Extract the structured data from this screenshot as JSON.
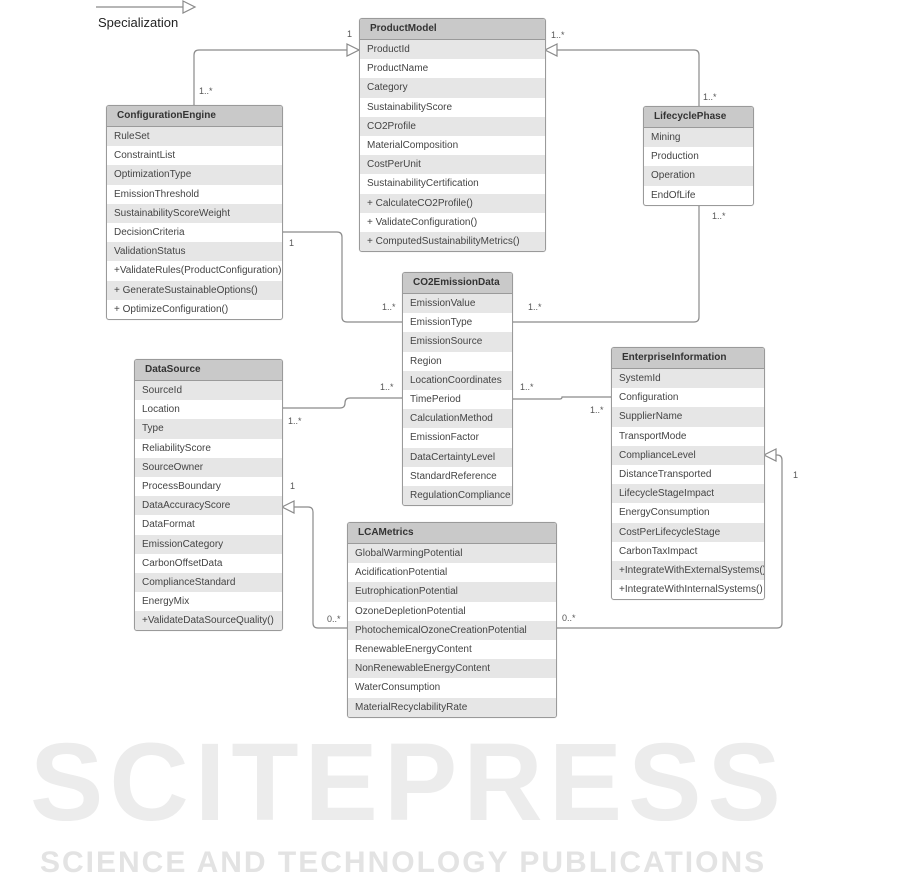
{
  "legend": {
    "label": "Specialization"
  },
  "watermark": {
    "line1": "SCITEPRESS",
    "line2": "SCIENCE AND TECHNOLOGY PUBLICATIONS"
  },
  "classes": {
    "configuration_engine": {
      "name": "ConfigurationEngine",
      "members": [
        "RuleSet",
        "ConstraintList",
        "OptimizationType",
        "EmissionThreshold",
        "SustainabilityScoreWeight",
        "DecisionCriteria",
        "ValidationStatus",
        "+ValidateRules(ProductConfiguration)",
        "+ GenerateSustainableOptions()",
        "+ OptimizeConfiguration()"
      ]
    },
    "product_model": {
      "name": "ProductModel",
      "members": [
        "ProductId",
        "ProductName",
        "Category",
        "SustainabilityScore",
        "CO2Profile",
        "MaterialComposition",
        "CostPerUnit",
        "SustainabilityCertification",
        "+ CalculateCO2Profile()",
        "+ ValidateConfiguration()",
        "+ ComputedSustainabilityMetrics()"
      ]
    },
    "lifecycle_phase": {
      "name": "LifecyclePhase",
      "members": [
        "Mining",
        "Production",
        "Operation",
        "EndOfLife"
      ]
    },
    "co2_emission_data": {
      "name": "CO2EmissionData",
      "members": [
        "EmissionValue",
        "EmissionType",
        "EmissionSource",
        "Region",
        "LocationCoordinates",
        "TimePeriod",
        "CalculationMethod",
        "EmissionFactor",
        "DataCertaintyLevel",
        "StandardReference",
        "RegulationCompliance"
      ]
    },
    "data_source": {
      "name": "DataSource",
      "members": [
        "SourceId",
        "Location",
        "Type",
        "ReliabilityScore",
        "SourceOwner",
        "ProcessBoundary",
        "DataAccuracyScore",
        "DataFormat",
        "EmissionCategory",
        "CarbonOffsetData",
        "ComplianceStandard",
        "EnergyMix",
        "+ValidateDataSourceQuality()"
      ]
    },
    "enterprise_information": {
      "name": "EnterpriseInformation",
      "members": [
        "SystemId",
        "Configuration",
        "SupplierName",
        "TransportMode",
        "ComplianceLevel",
        "DistanceTransported",
        "LifecycleStageImpact",
        "EnergyConsumption",
        "CostPerLifecycleStage",
        "CarbonTaxImpact",
        "+IntegrateWithExternalSystems()",
        "+IntegrateWithInternalSystems()"
      ]
    },
    "lca_metrics": {
      "name": "LCAMetrics",
      "members": [
        "GlobalWarmingPotential",
        "AcidificationPotential",
        "EutrophicationPotential",
        "OzoneDepletionPotential",
        "PhotochemicalOzoneCreationPotential",
        "RenewableEnergyContent",
        "NonRenewableEnergyContent",
        "WaterConsumption",
        "MaterialRecyclabilityRate"
      ]
    }
  },
  "multiplicities": {
    "ce_pm_ce": "1..*",
    "ce_pm_pm": "1",
    "lp_pm_lp": "1..*",
    "lp_pm_pm": "1..*",
    "ce_co2_ce": "1",
    "ce_co2_co2": "1..*",
    "co2_lp_co2": "1..*",
    "co2_lp_lp": "1..*",
    "ds_co2_ds": "1..*",
    "ds_co2_co2": "1..*",
    "co2_ei_co2": "1..*",
    "co2_ei_ei": "1..*",
    "ei_lca_ei": "1",
    "ei_lca_lca": "0..*",
    "ds_lca_ds": "1",
    "ds_lca_lca": "0..*"
  }
}
